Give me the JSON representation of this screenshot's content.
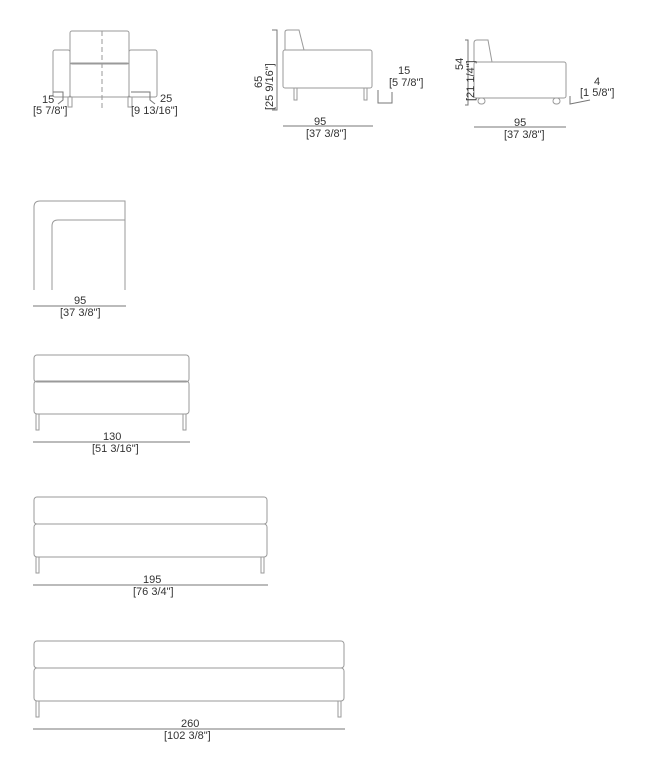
{
  "armchair_front": {
    "left_leg_offset": "15",
    "left_leg_offset_in": "[5 7/8\"]",
    "right_arm_width": "25",
    "right_arm_width_in": "[9 13/16\"]"
  },
  "armchair_side": {
    "height": "65",
    "height_in": "[25 9/16\"]",
    "leg_height": "15",
    "leg_height_in": "[5 7/8\"]",
    "depth": "95",
    "depth_in": "[37 3/8\"]"
  },
  "armchair_side_low": {
    "height": "54",
    "height_in": "[21 1/4\"]",
    "foot_height": "4",
    "foot_height_in": "[1 5/8\"]",
    "depth": "95",
    "depth_in": "[37 3/8\"]"
  },
  "top_view": {
    "width": "95",
    "width_in": "[37 3/8\"]"
  },
  "sofa_130": {
    "width": "130",
    "width_in": "[51 3/16\"]"
  },
  "sofa_195": {
    "width": "195",
    "width_in": "[76 3/4\"]"
  },
  "sofa_260": {
    "width": "260",
    "width_in": "[102 3/8\"]"
  }
}
